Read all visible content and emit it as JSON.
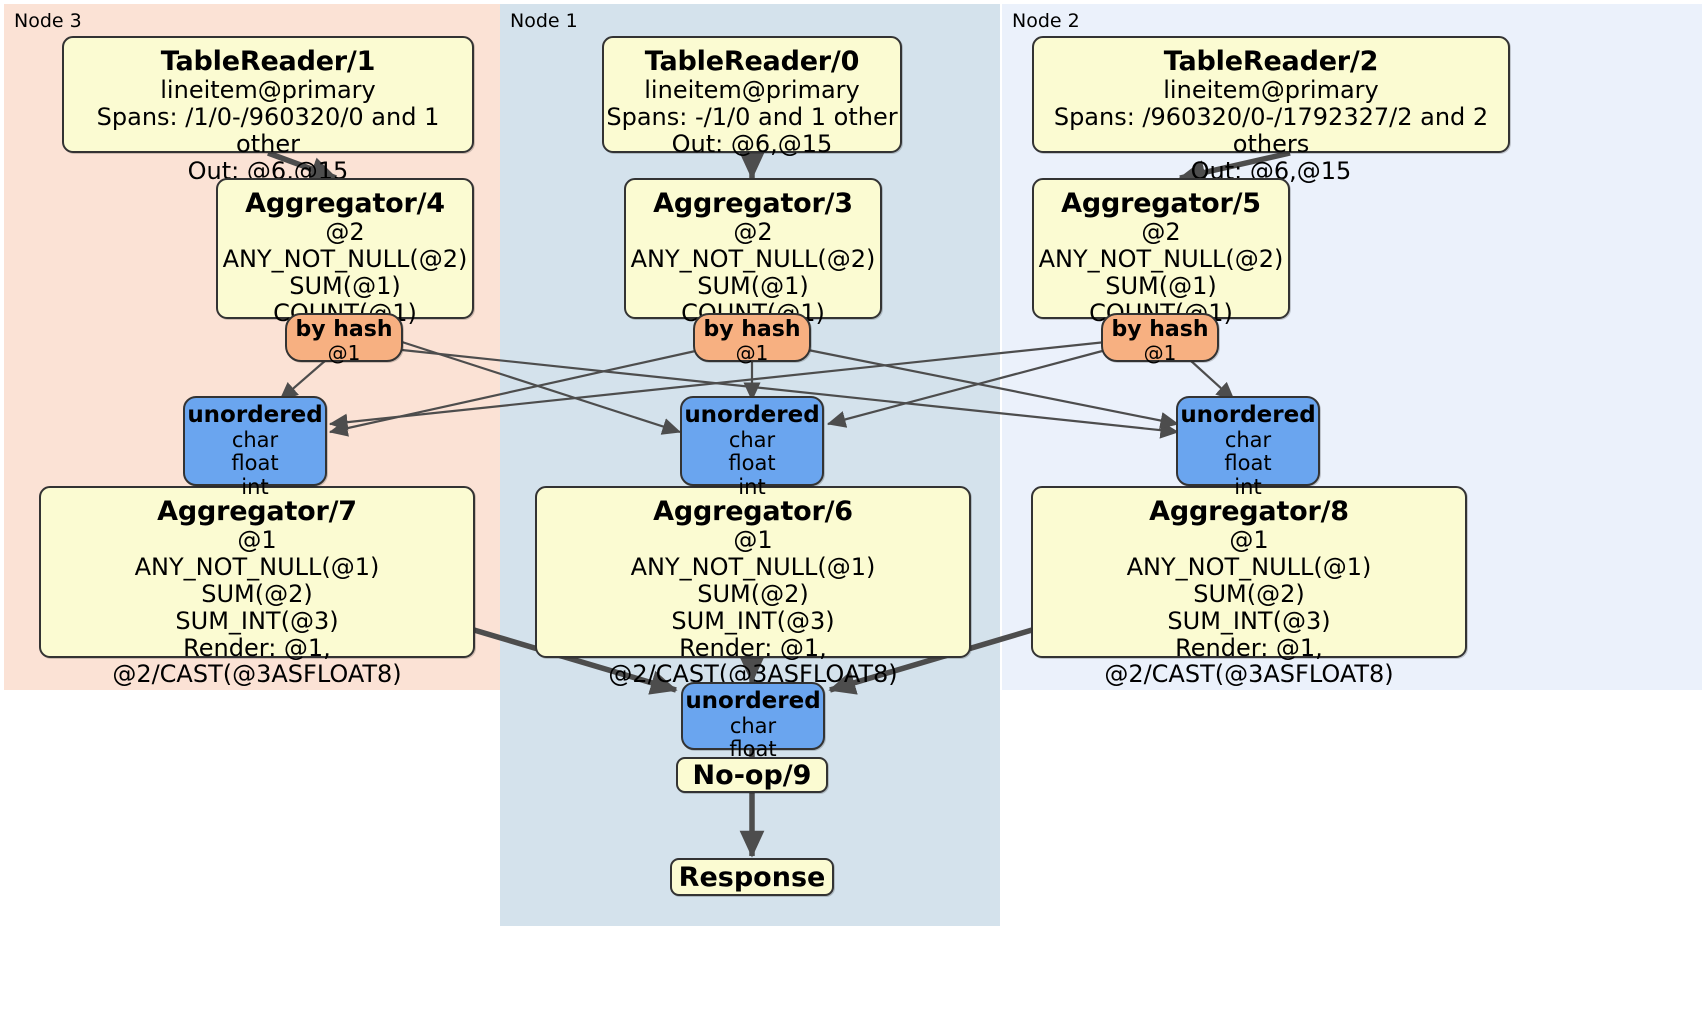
{
  "diagram": {
    "type": "distributed-query-plan",
    "colors": {
      "node3_panel": "#fbe2d5",
      "node1_panel": "#d4e2ec",
      "node2_panel": "#ebf1fb",
      "processor_box": "#fbfbd2",
      "router_box": "#f7b081",
      "synchronizer_box": "#6aa5ef",
      "edge": "#4d4d4d",
      "border": "#333333"
    }
  },
  "panels": [
    {
      "id": "node3",
      "label": "Node 3"
    },
    {
      "id": "node1",
      "label": "Node 1"
    },
    {
      "id": "node2",
      "label": "Node 2"
    }
  ],
  "nodes": {
    "tablereader_1": {
      "title": "TableReader/1",
      "lines": [
        "lineitem@primary",
        "Spans: /1/0-/960320/0 and 1 other",
        "Out: @6,@15"
      ]
    },
    "tablereader_0": {
      "title": "TableReader/0",
      "lines": [
        "lineitem@primary",
        "Spans: -/1/0 and 1 other",
        "Out: @6,@15"
      ]
    },
    "tablereader_2": {
      "title": "TableReader/2",
      "lines": [
        "lineitem@primary",
        "Spans: /960320/0-/1792327/2 and 2 others",
        "Out: @6,@15"
      ]
    },
    "aggregator_4": {
      "title": "Aggregator/4",
      "lines": [
        "@2",
        "ANY_NOT_NULL(@2)",
        "SUM(@1)",
        "COUNT(@1)"
      ]
    },
    "aggregator_3": {
      "title": "Aggregator/3",
      "lines": [
        "@2",
        "ANY_NOT_NULL(@2)",
        "SUM(@1)",
        "COUNT(@1)"
      ]
    },
    "aggregator_5": {
      "title": "Aggregator/5",
      "lines": [
        "@2",
        "ANY_NOT_NULL(@2)",
        "SUM(@1)",
        "COUNT(@1)"
      ]
    },
    "byhash_left": {
      "title": "by hash",
      "lines": [
        "@1"
      ]
    },
    "byhash_center": {
      "title": "by hash",
      "lines": [
        "@1"
      ]
    },
    "byhash_right": {
      "title": "by hash",
      "lines": [
        "@1"
      ]
    },
    "unordered_left": {
      "title": "unordered",
      "lines": [
        "char",
        "float",
        "int"
      ]
    },
    "unordered_center": {
      "title": "unordered",
      "lines": [
        "char",
        "float",
        "int"
      ]
    },
    "unordered_right": {
      "title": "unordered",
      "lines": [
        "char",
        "float",
        "int"
      ]
    },
    "aggregator_7": {
      "title": "Aggregator/7",
      "lines": [
        "@1",
        "ANY_NOT_NULL(@1)",
        "SUM(@2)",
        "SUM_INT(@3)",
        "Render: @1, @2/CAST(@3ASFLOAT8)"
      ]
    },
    "aggregator_6": {
      "title": "Aggregator/6",
      "lines": [
        "@1",
        "ANY_NOT_NULL(@1)",
        "SUM(@2)",
        "SUM_INT(@3)",
        "Render: @1, @2/CAST(@3ASFLOAT8)"
      ]
    },
    "aggregator_8": {
      "title": "Aggregator/8",
      "lines": [
        "@1",
        "ANY_NOT_NULL(@1)",
        "SUM(@2)",
        "SUM_INT(@3)",
        "Render: @1, @2/CAST(@3ASFLOAT8)"
      ]
    },
    "unordered_final": {
      "title": "unordered",
      "lines": [
        "char",
        "float"
      ]
    },
    "noop_9": {
      "title": "No-op/9"
    },
    "response": {
      "title": "Response"
    }
  }
}
